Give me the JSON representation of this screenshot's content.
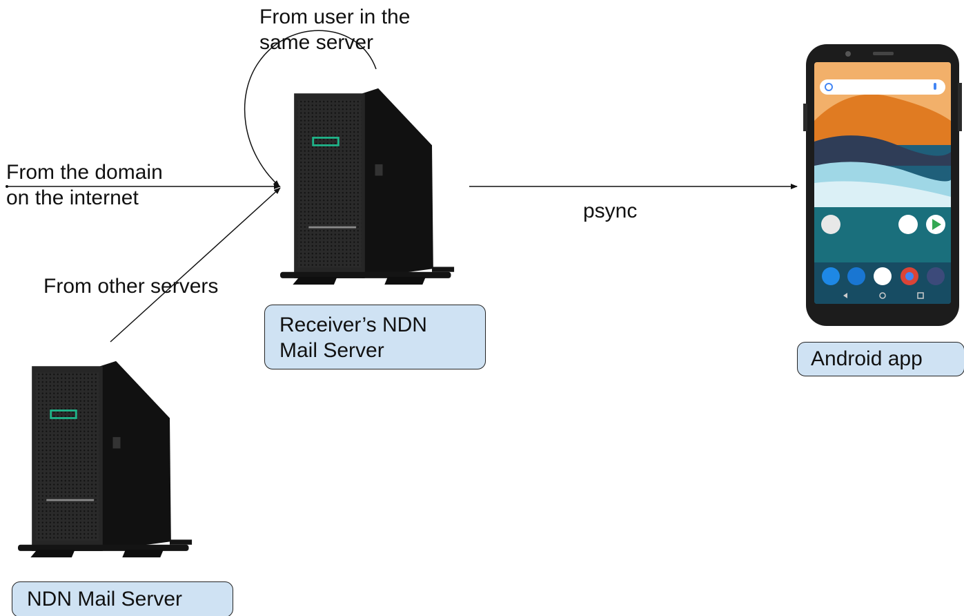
{
  "labels": {
    "from_user": "From user in the\nsame server",
    "from_domain": "From the domain\non the internet",
    "from_other": "From other servers",
    "psync": "psync"
  },
  "nodes": {
    "receiver_server": "Receiver’s NDN\nMail Server",
    "mail_server": "NDN Mail Server",
    "android_app": "Android app"
  },
  "colors": {
    "node_fill": "#cfe2f3",
    "server_body": "#1d1d1d",
    "server_led": "#1fb58a",
    "line": "#111111"
  }
}
